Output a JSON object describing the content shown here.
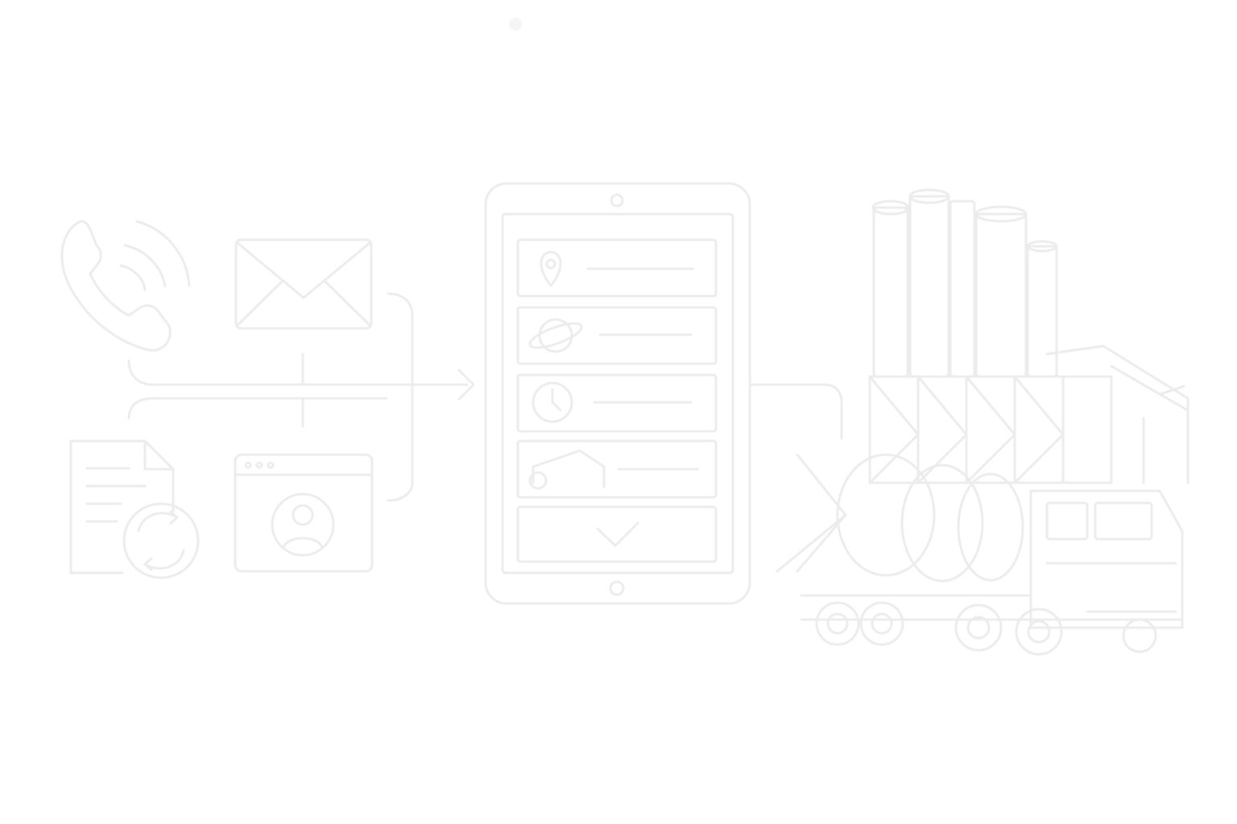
{
  "colors": {
    "background": "#ffffff",
    "line": "#ececec",
    "line_faint": "#f3f3f3"
  },
  "sources": [
    {
      "icon": "phone-icon"
    },
    {
      "icon": "email-icon"
    },
    {
      "icon": "document-refresh-icon"
    },
    {
      "icon": "web-profile-icon"
    }
  ],
  "tablet": {
    "icon": "tablet-icon",
    "rows": [
      {
        "icon": "location-pin-icon"
      },
      {
        "icon": "planet-icon"
      },
      {
        "icon": "clock-icon"
      },
      {
        "icon": "home-icon"
      },
      {
        "icon": "checkmark-icon"
      }
    ]
  },
  "destination": {
    "icon": "concrete-plant-icon",
    "parts": [
      "silos",
      "conveyor",
      "mixer-truck"
    ]
  }
}
